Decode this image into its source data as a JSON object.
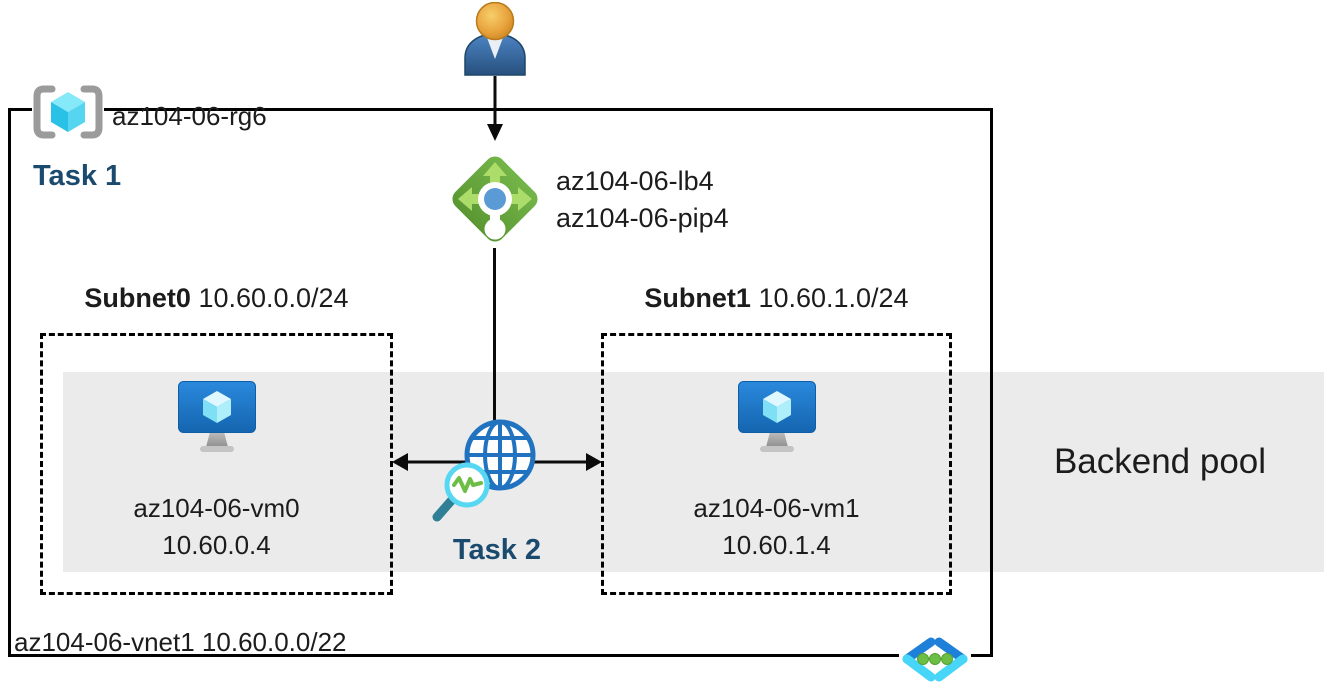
{
  "resource_group": {
    "name": "az104-06-rg6",
    "task": "Task 1"
  },
  "load_balancer": {
    "name": "az104-06-lb4",
    "public_ip": "az104-06-pip4"
  },
  "subnets": [
    {
      "name": "Subnet0",
      "cidr": "10.60.0.0/24",
      "vm_name": "az104-06-vm0",
      "vm_ip": "10.60.0.4"
    },
    {
      "name": "Subnet1",
      "cidr": "10.60.1.0/24",
      "vm_name": "az104-06-vm1",
      "vm_ip": "10.60.1.4"
    }
  ],
  "task2": "Task 2",
  "backend_pool": "Backend pool",
  "vnet": {
    "name": "az104-06-vnet1",
    "cidr": "10.60.0.0/22"
  },
  "icons": {
    "user": "person",
    "resource_group": "brackets-cube",
    "load_balancer": "green-diamond-arrows",
    "virtual_machine": "monitor-cube",
    "network_watcher": "globe-magnifier",
    "virtual_network": "chevrons-dots"
  },
  "colors": {
    "task_text": "#1A4A6E",
    "backend_band": "#EBEBEB",
    "lb_green": "#66A83E",
    "lb_arrow_green": "#ACDC6A",
    "globe_blue": "#2173C0",
    "vm_blue": "#1D7FD7",
    "cyan": "#47D6F7",
    "dot_green": "#6CBE45",
    "bracket_gray": "#9B9B9B",
    "line_black": "#000000"
  }
}
